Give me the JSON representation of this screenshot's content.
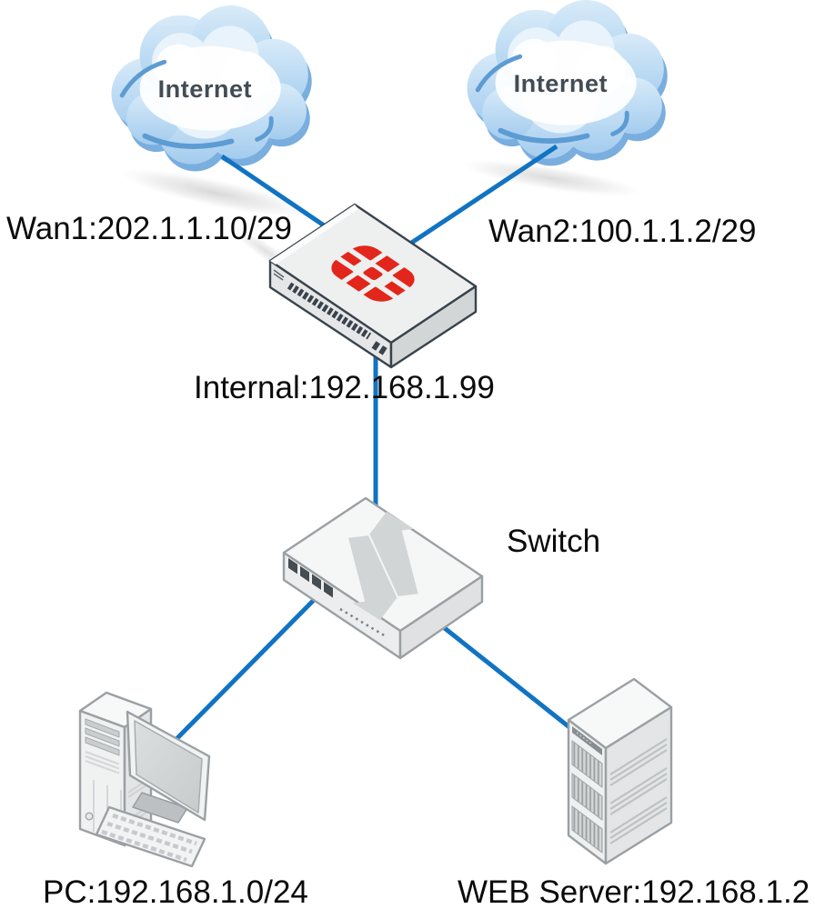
{
  "clouds": {
    "left": {
      "label": "Internet"
    },
    "right": {
      "label": "Internet"
    }
  },
  "firewall": {
    "wan1_label": "Wan1:202.1.1.10/29",
    "wan2_label": "Wan2:100.1.1.2/29",
    "internal_label": "Internal:192.168.1.99"
  },
  "switch": {
    "label": "Switch"
  },
  "endpoints": {
    "pc_label": "PC:192.168.1.0/24",
    "web_server_label": "WEB Server:192.168.1.2"
  },
  "colors": {
    "link_blue": "#1173C3",
    "fortinet_red": "#E2261B",
    "cloud_blue": "#A4CCEE",
    "label_text": "#0B0B0B"
  }
}
